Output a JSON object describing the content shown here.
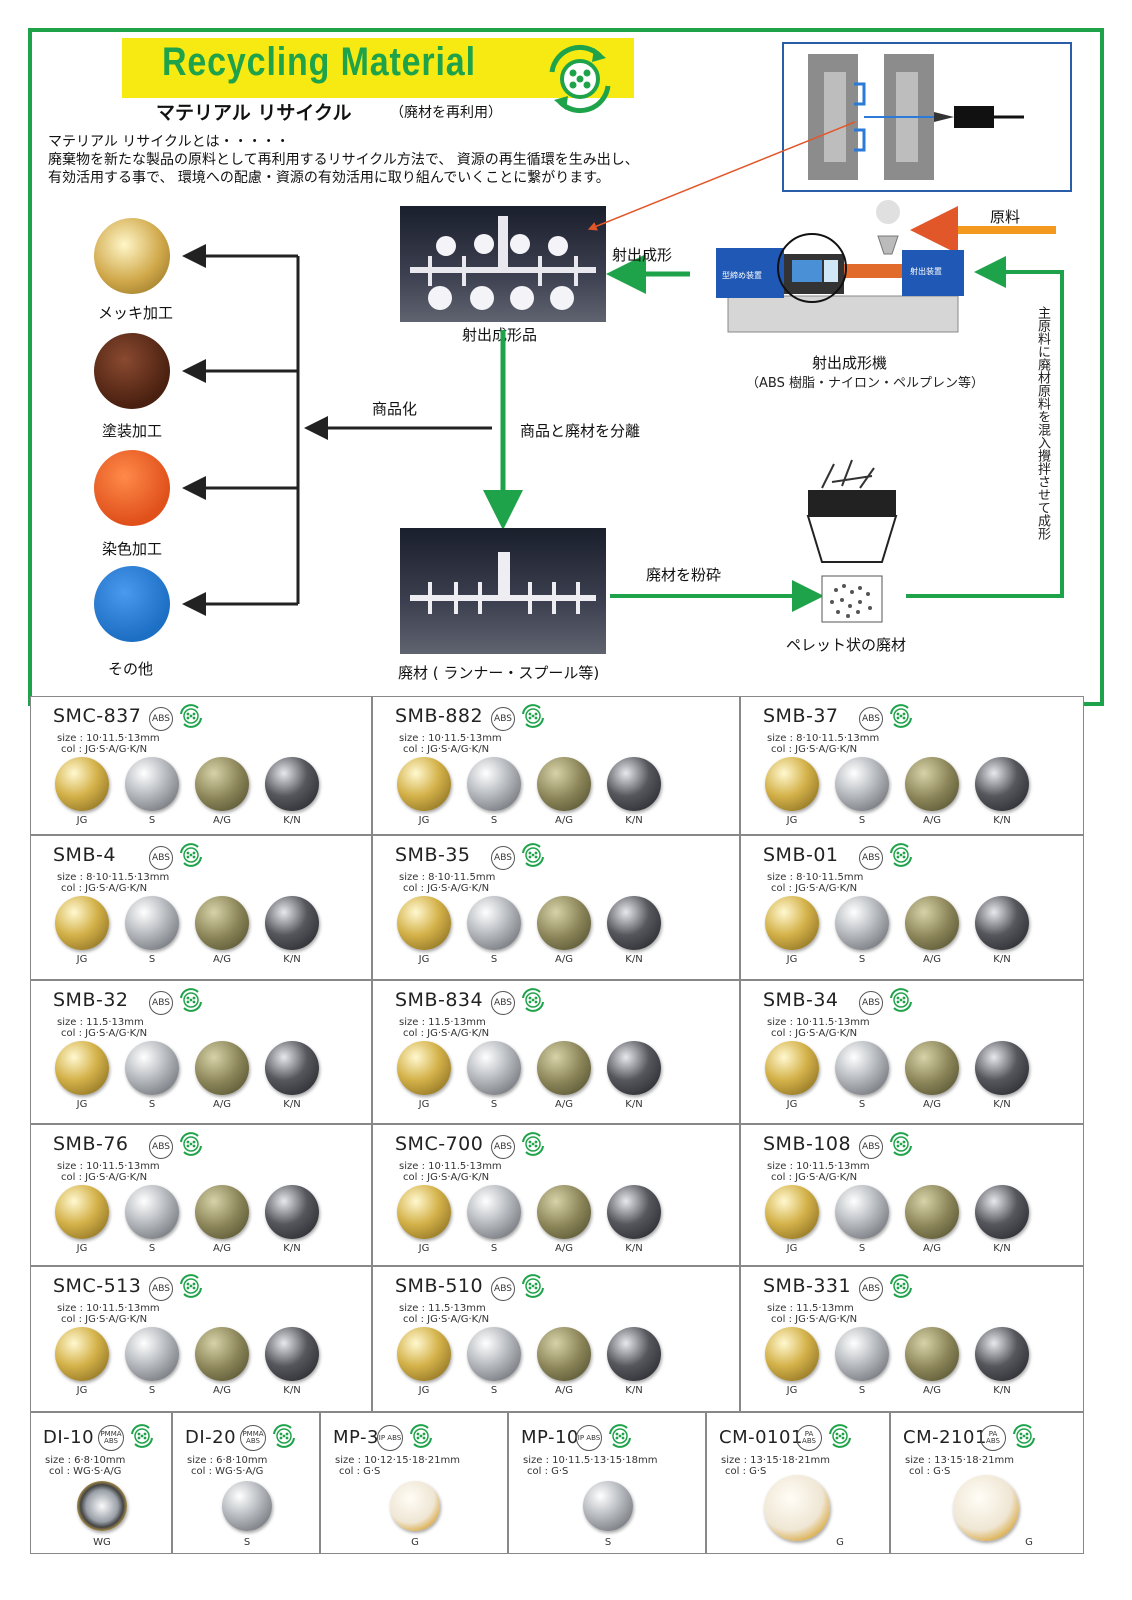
{
  "header": {
    "title": "Recycling  Material",
    "subtitle": "マテリアル  リサイクル",
    "subtitle_note": "（廃材を再利用）"
  },
  "intro": [
    "マテリアル  リサイクルとは・・・・・",
    "廃棄物を新たな製品の原料として再利用するリサイクル方法で、 資源の再生循環を生み出し、",
    "有効活用する事で、 環境への配慮・資源の有効活用に取り組んでいくことに繋がります。"
  ],
  "process": {
    "injection_molding": "射出成形",
    "molded_product": "射出成形品",
    "raw_material": "原料",
    "machine_name": "射出成形機",
    "machine_note": "（ABS 樹脂・ナイロン・ペルプレン等）",
    "mold_clamp": "型締め装置",
    "injection_unit": "射出装置",
    "commercialize": "商品化",
    "separate": "商品と廃材を分離",
    "crush": "廃材を粉砕",
    "scrap": "廃材 ( ランナー・スプール等)",
    "pellet": "ペレット状の廃材",
    "mix_note": "主原料に廃材原料を混入攪拌させて成形"
  },
  "finishes": [
    {
      "label": "メッキ加工",
      "color": "#c9a64a"
    },
    {
      "label": "塗装加工",
      "color": "#5a2a1a"
    },
    {
      "label": "染色加工",
      "color": "#e8541a"
    },
    {
      "label": "その他",
      "color": "#1d6fc4"
    }
  ],
  "products": [
    {
      "code": "SMC-837",
      "mat": "ABS",
      "size": "size : 10·11.5·13mm",
      "col": "col : JG·S·A/G·K/N",
      "finishes": [
        "JG",
        "S",
        "A/G",
        "K/N"
      ]
    },
    {
      "code": "SMB-882",
      "mat": "ABS",
      "size": "size : 10·11.5·13mm",
      "col": "col : JG·S·A/G·K/N",
      "finishes": [
        "JG",
        "S",
        "A/G",
        "K/N"
      ]
    },
    {
      "code": "SMB-37",
      "mat": "ABS",
      "size": "size : 8·10·11.5·13mm",
      "col": "col : JG·S·A/G·K/N",
      "finishes": [
        "JG",
        "S",
        "A/G",
        "K/N"
      ]
    },
    {
      "code": "SMB-4",
      "mat": "ABS",
      "size": "size : 8·10·11.5·13mm",
      "col": "col : JG·S·A/G·K/N",
      "finishes": [
        "JG",
        "S",
        "A/G",
        "K/N"
      ]
    },
    {
      "code": "SMB-35",
      "mat": "ABS",
      "size": "size : 8·10·11.5mm",
      "col": "col : JG·S·A/G·K/N",
      "finishes": [
        "JG",
        "S",
        "A/G",
        "K/N"
      ]
    },
    {
      "code": "SMB-01",
      "mat": "ABS",
      "size": "size : 8·10·11.5mm",
      "col": "col : JG·S·A/G·K/N",
      "finishes": [
        "JG",
        "S",
        "A/G",
        "K/N"
      ]
    },
    {
      "code": "SMB-32",
      "mat": "ABS",
      "size": "size : 11.5·13mm",
      "col": "col : JG·S·A/G·K/N",
      "finishes": [
        "JG",
        "S",
        "A/G",
        "K/N"
      ]
    },
    {
      "code": "SMB-834",
      "mat": "ABS",
      "size": "size : 11.5·13mm",
      "col": "col : JG·S·A/G·K/N",
      "finishes": [
        "JG",
        "S",
        "A/G",
        "K/N"
      ]
    },
    {
      "code": "SMB-34",
      "mat": "ABS",
      "size": "size : 10·11.5·13mm",
      "col": "col : JG·S·A/G·K/N",
      "finishes": [
        "JG",
        "S",
        "A/G",
        "K/N"
      ]
    },
    {
      "code": "SMB-76",
      "mat": "ABS",
      "size": "size : 10·11.5·13mm",
      "col": "col : JG·S·A/G·K/N",
      "finishes": [
        "JG",
        "S",
        "A/G",
        "K/N"
      ]
    },
    {
      "code": "SMC-700",
      "mat": "ABS",
      "size": "size : 10·11.5·13mm",
      "col": "col : JG·S·A/G·K/N",
      "finishes": [
        "JG",
        "S",
        "A/G",
        "K/N"
      ]
    },
    {
      "code": "SMB-108",
      "mat": "ABS",
      "size": "size : 10·11.5·13mm",
      "col": "col : JG·S·A/G·K/N",
      "finishes": [
        "JG",
        "S",
        "A/G",
        "K/N"
      ]
    },
    {
      "code": "SMC-513",
      "mat": "ABS",
      "size": "size : 10·11.5·13mm",
      "col": "col : JG·S·A/G·K/N",
      "finishes": [
        "JG",
        "S",
        "A/G",
        "K/N"
      ]
    },
    {
      "code": "SMB-510",
      "mat": "ABS",
      "size": "size : 11.5·13mm",
      "col": "col : JG·S·A/G·K/N",
      "finishes": [
        "JG",
        "S",
        "A/G",
        "K/N"
      ]
    },
    {
      "code": "SMB-331",
      "mat": "ABS",
      "size": "size : 11.5·13mm",
      "col": "col : JG·S·A/G·K/N",
      "finishes": [
        "JG",
        "S",
        "A/G",
        "K/N"
      ]
    }
  ],
  "bottom_products": [
    {
      "code": "DI-10",
      "mat": "PMMA ABS",
      "size": "size : 6·8·10mm",
      "col": "col : WG·S·A/G",
      "finishes": [
        "WG"
      ]
    },
    {
      "code": "DI-20",
      "mat": "PMMA ABS",
      "size": "size : 6·8·10mm",
      "col": "col : WG·S·A/G",
      "finishes": [
        "S"
      ]
    },
    {
      "code": "MP-3",
      "mat": "IP ABS",
      "size": "size : 10·12·15·18·21mm",
      "col": "col : G·S",
      "finishes": [
        "G"
      ]
    },
    {
      "code": "MP-10",
      "mat": "IP ABS",
      "size": "size : 10·11.5·13·15·18mm",
      "col": "col : G·S",
      "finishes": [
        "S"
      ]
    },
    {
      "code": "CM-0101",
      "mat": "PA ABS",
      "size": "size : 13·15·18·21mm",
      "col": "col : G·S",
      "finishes": [
        "G"
      ]
    },
    {
      "code": "CM-2101",
      "mat": "PA ABS",
      "size": "size : 13·15·18·21mm",
      "col": "col : G·S",
      "finishes": [
        "G"
      ]
    }
  ],
  "colors": {
    "frame_green": "#1fa34a",
    "banner_yellow": "#f7ea12",
    "orange_arrow": "#f39a1e",
    "JG": "#c9aa3a",
    "S": "#bfc3c8",
    "A/G": "#8a8458",
    "K/N": "#4a4c52",
    "WG": "#d8d8d8",
    "G": "#f3ead8"
  }
}
